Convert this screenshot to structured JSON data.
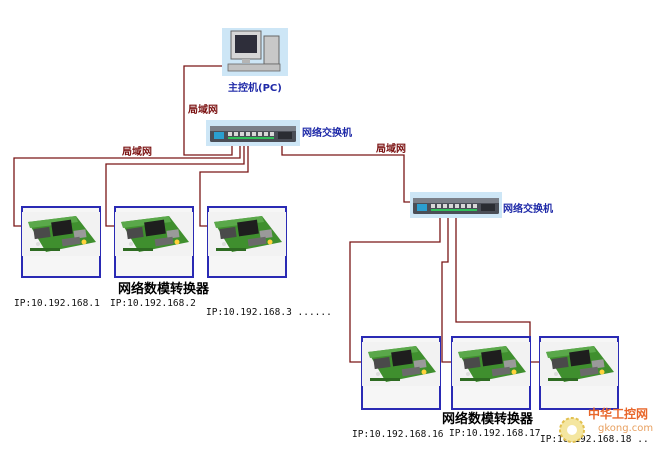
{
  "pc": {
    "label": "主控机(PC)"
  },
  "links": {
    "lan_pc": "局域网",
    "lan_left": "局域网",
    "lan_right": "局域网"
  },
  "switches": [
    {
      "label": "网络交换机"
    },
    {
      "label": "网络交换机"
    }
  ],
  "groups": [
    {
      "label": "网络数模转换器"
    },
    {
      "label": "网络数模转换器"
    }
  ],
  "devices": [
    {
      "ip": "IP:10.192.168.1"
    },
    {
      "ip": "IP:10.192.168.2"
    },
    {
      "ip": "IP:10.192.168.3 ......"
    },
    {
      "ip": "IP:10.192.168.16"
    },
    {
      "ip": "IP:10.192.168.17"
    },
    {
      "ip": "IP:10.192.168.18 .."
    }
  ],
  "watermark": {
    "name": "中华工控网",
    "url": "gkong.com"
  }
}
